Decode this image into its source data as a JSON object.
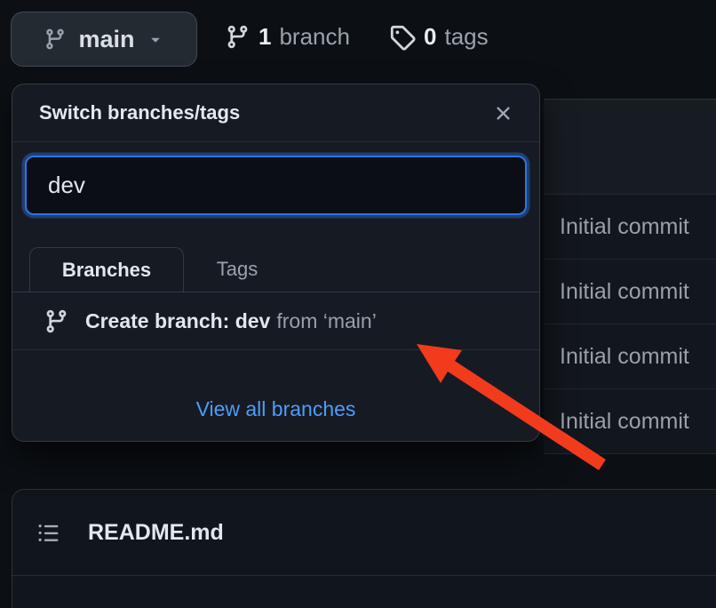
{
  "toolbar": {
    "branch_selector": {
      "label": "main"
    },
    "branch_count": {
      "count": "1",
      "label": "branch"
    },
    "tag_count": {
      "count": "0",
      "label": "tags"
    }
  },
  "branch_dropdown": {
    "title": "Switch branches/tags",
    "search": {
      "value": "dev",
      "placeholder": ""
    },
    "tabs": {
      "branches": "Branches",
      "tags": "Tags"
    },
    "create_branch": {
      "bold_text": "Create branch: dev",
      "muted_text": "from ‘main’"
    },
    "footer_link": "View all branches"
  },
  "commit_table": {
    "rows": [
      "Initial commit",
      "Initial commit",
      "Initial commit",
      "Initial commit"
    ]
  },
  "readme_panel": {
    "title": "README.md"
  },
  "icons": {
    "git_branch": "git-branch octicon",
    "tag": "tag octicon",
    "caret": "triangle-down",
    "close": "x",
    "list_unordered": "list-unordered octicon"
  },
  "colors": {
    "accent_blue": "#3471e0",
    "link_blue": "#4f9cf8",
    "arrow_red": "#f23a1d",
    "panel_bg": "#161b23",
    "page_bg": "#0c1015"
  }
}
